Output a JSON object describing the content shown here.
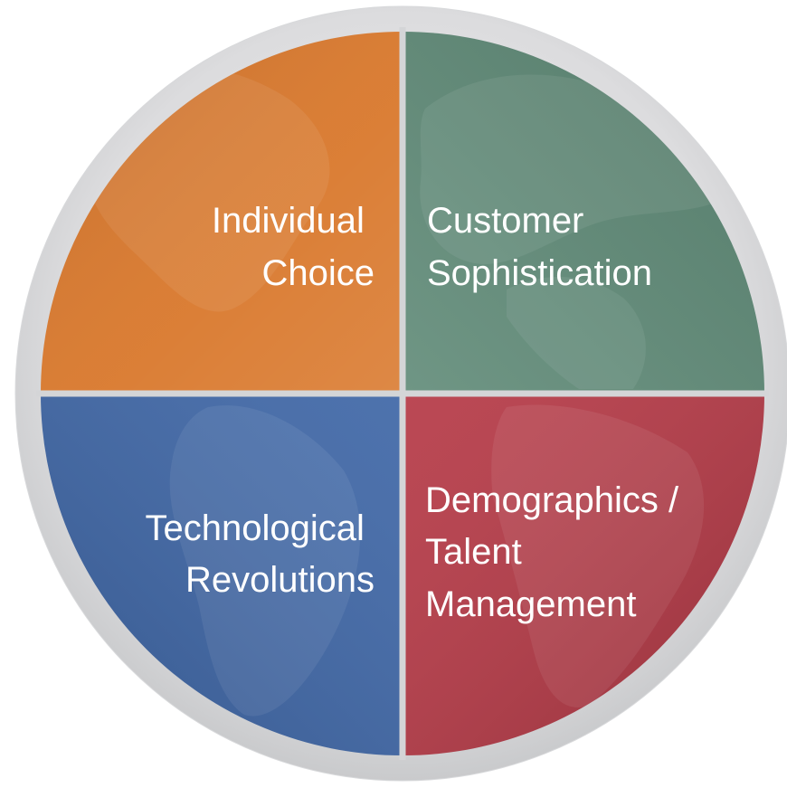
{
  "quadrants": [
    {
      "id": "top-left",
      "lines": [
        "Individual",
        "Choice"
      ],
      "color": "#d9782c"
    },
    {
      "id": "top-right",
      "lines": [
        "Customer",
        "Sophistication"
      ],
      "color": "#5f8a77"
    },
    {
      "id": "bottom-left",
      "lines": [
        "Technological",
        "Revolutions"
      ],
      "color": "#3e66a6"
    },
    {
      "id": "bottom-right",
      "lines": [
        "Demographics /",
        "Talent",
        "Management"
      ],
      "color": "#b53845"
    }
  ],
  "ring_color": "#d8d9db"
}
